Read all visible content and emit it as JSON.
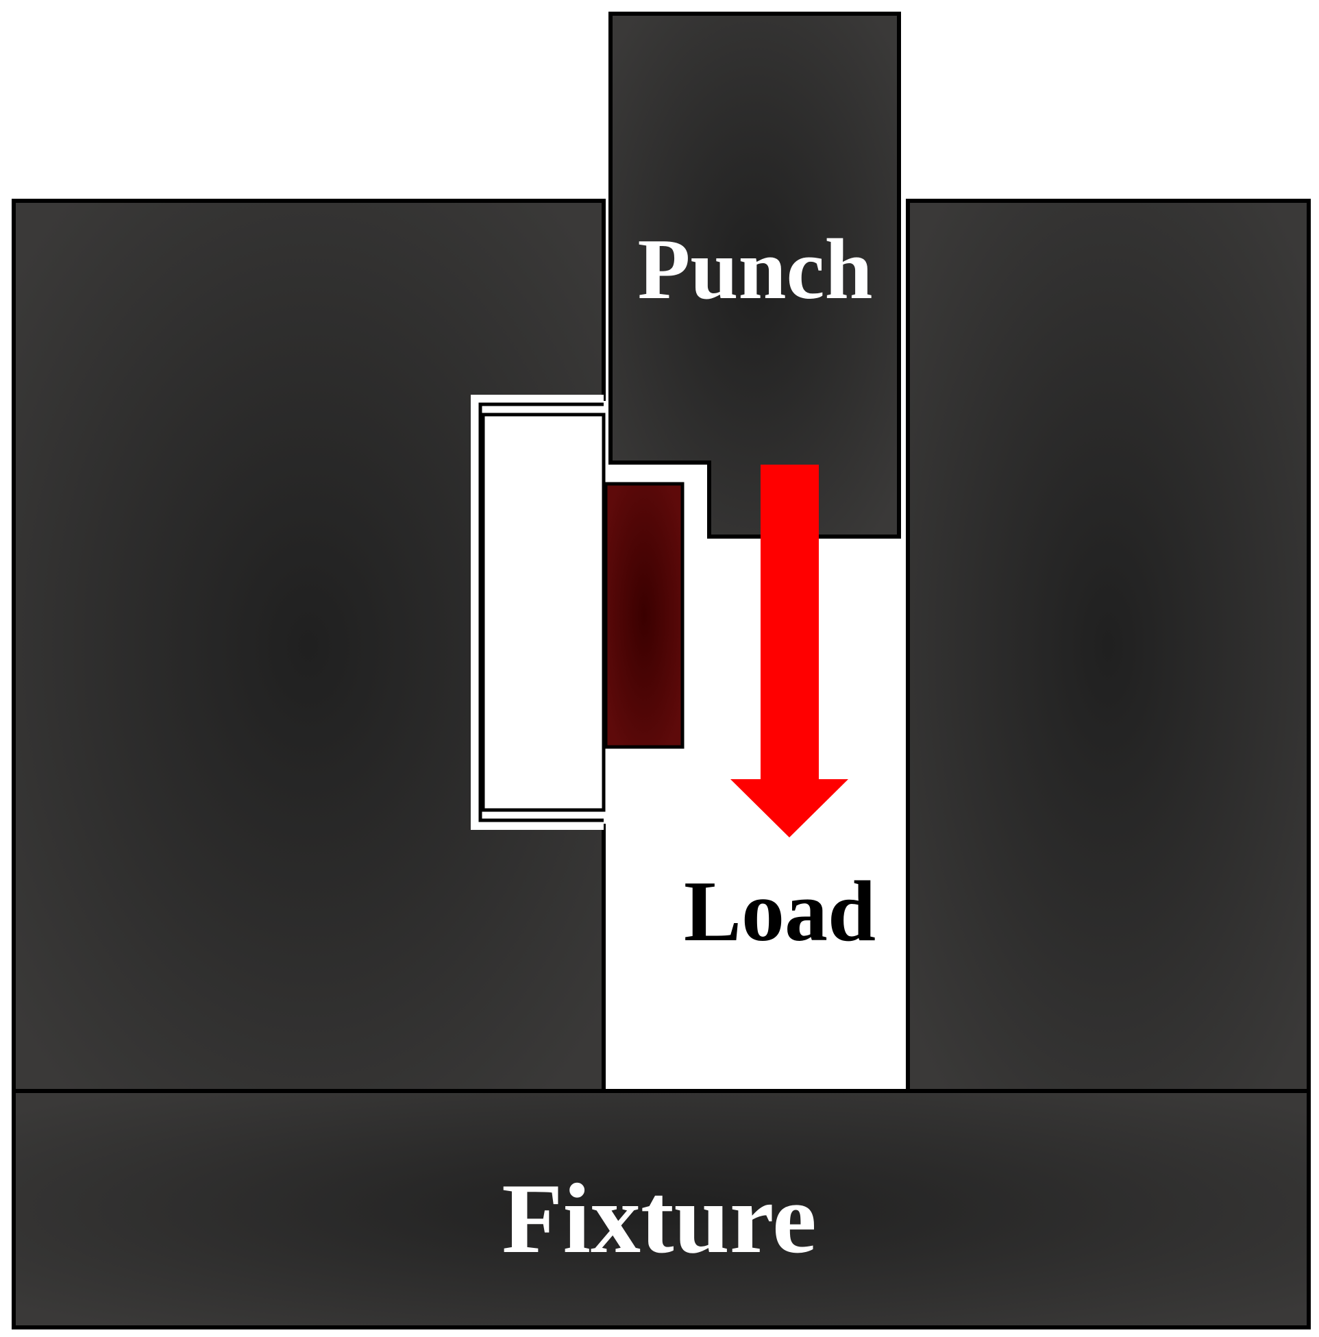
{
  "diagram": {
    "labels": {
      "punch": "Punch",
      "load": "Load",
      "fixture": "Fixture"
    },
    "colors": {
      "block_center": "#202020",
      "block_edge": "#3a3938",
      "specimen_center": "#3a0000",
      "specimen_edge": "#5e0a0a",
      "arrow": "#ff0000",
      "outline": "#000000",
      "background": "#ffffff"
    },
    "arrow_direction": "down"
  }
}
